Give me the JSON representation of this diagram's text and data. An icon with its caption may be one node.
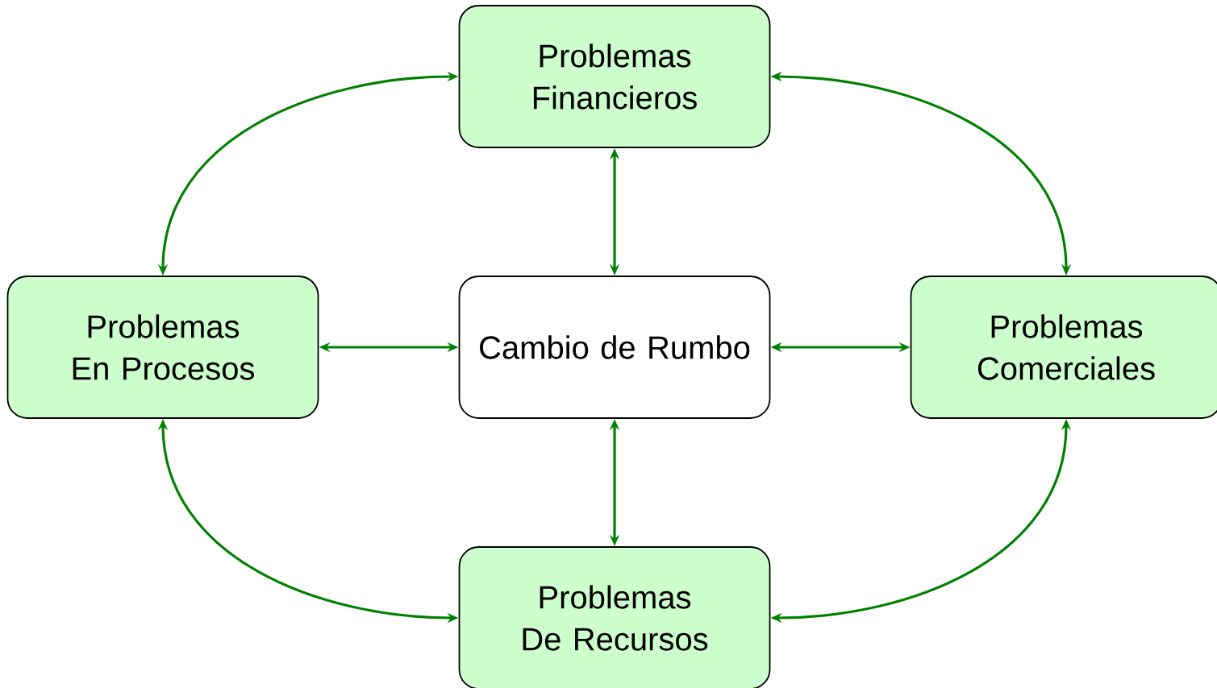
{
  "diagram": {
    "nodes": [
      {
        "text": [
          "Problemas Financieros"
        ]
      },
      {
        "text": [
          "Problemas En Procesos"
        ]
      },
      {
        "text": [
          "Cambio de Rumbo"
        ]
      },
      {
        "text": [
          "Problemas Comerciales"
        ]
      },
      {
        "text": [
          "Problemas De Recursos"
        ]
      }
    ],
    "edges": [
      {
        "from": 0,
        "to": 1,
        "arrow": "both"
      },
      {
        "from": 0,
        "to": 3,
        "arrow": "both"
      },
      {
        "from": 0,
        "to": 2,
        "arrow": "both"
      },
      {
        "from": 1,
        "to": 2,
        "arrow": "both"
      },
      {
        "from": 2,
        "to": 3,
        "arrow": "both"
      },
      {
        "from": 2,
        "to": 4,
        "arrow": "both"
      },
      {
        "from": 1,
        "to": 4,
        "arrow": "both"
      },
      {
        "from": 3,
        "to": 4,
        "arrow": "both"
      }
    ]
  }
}
